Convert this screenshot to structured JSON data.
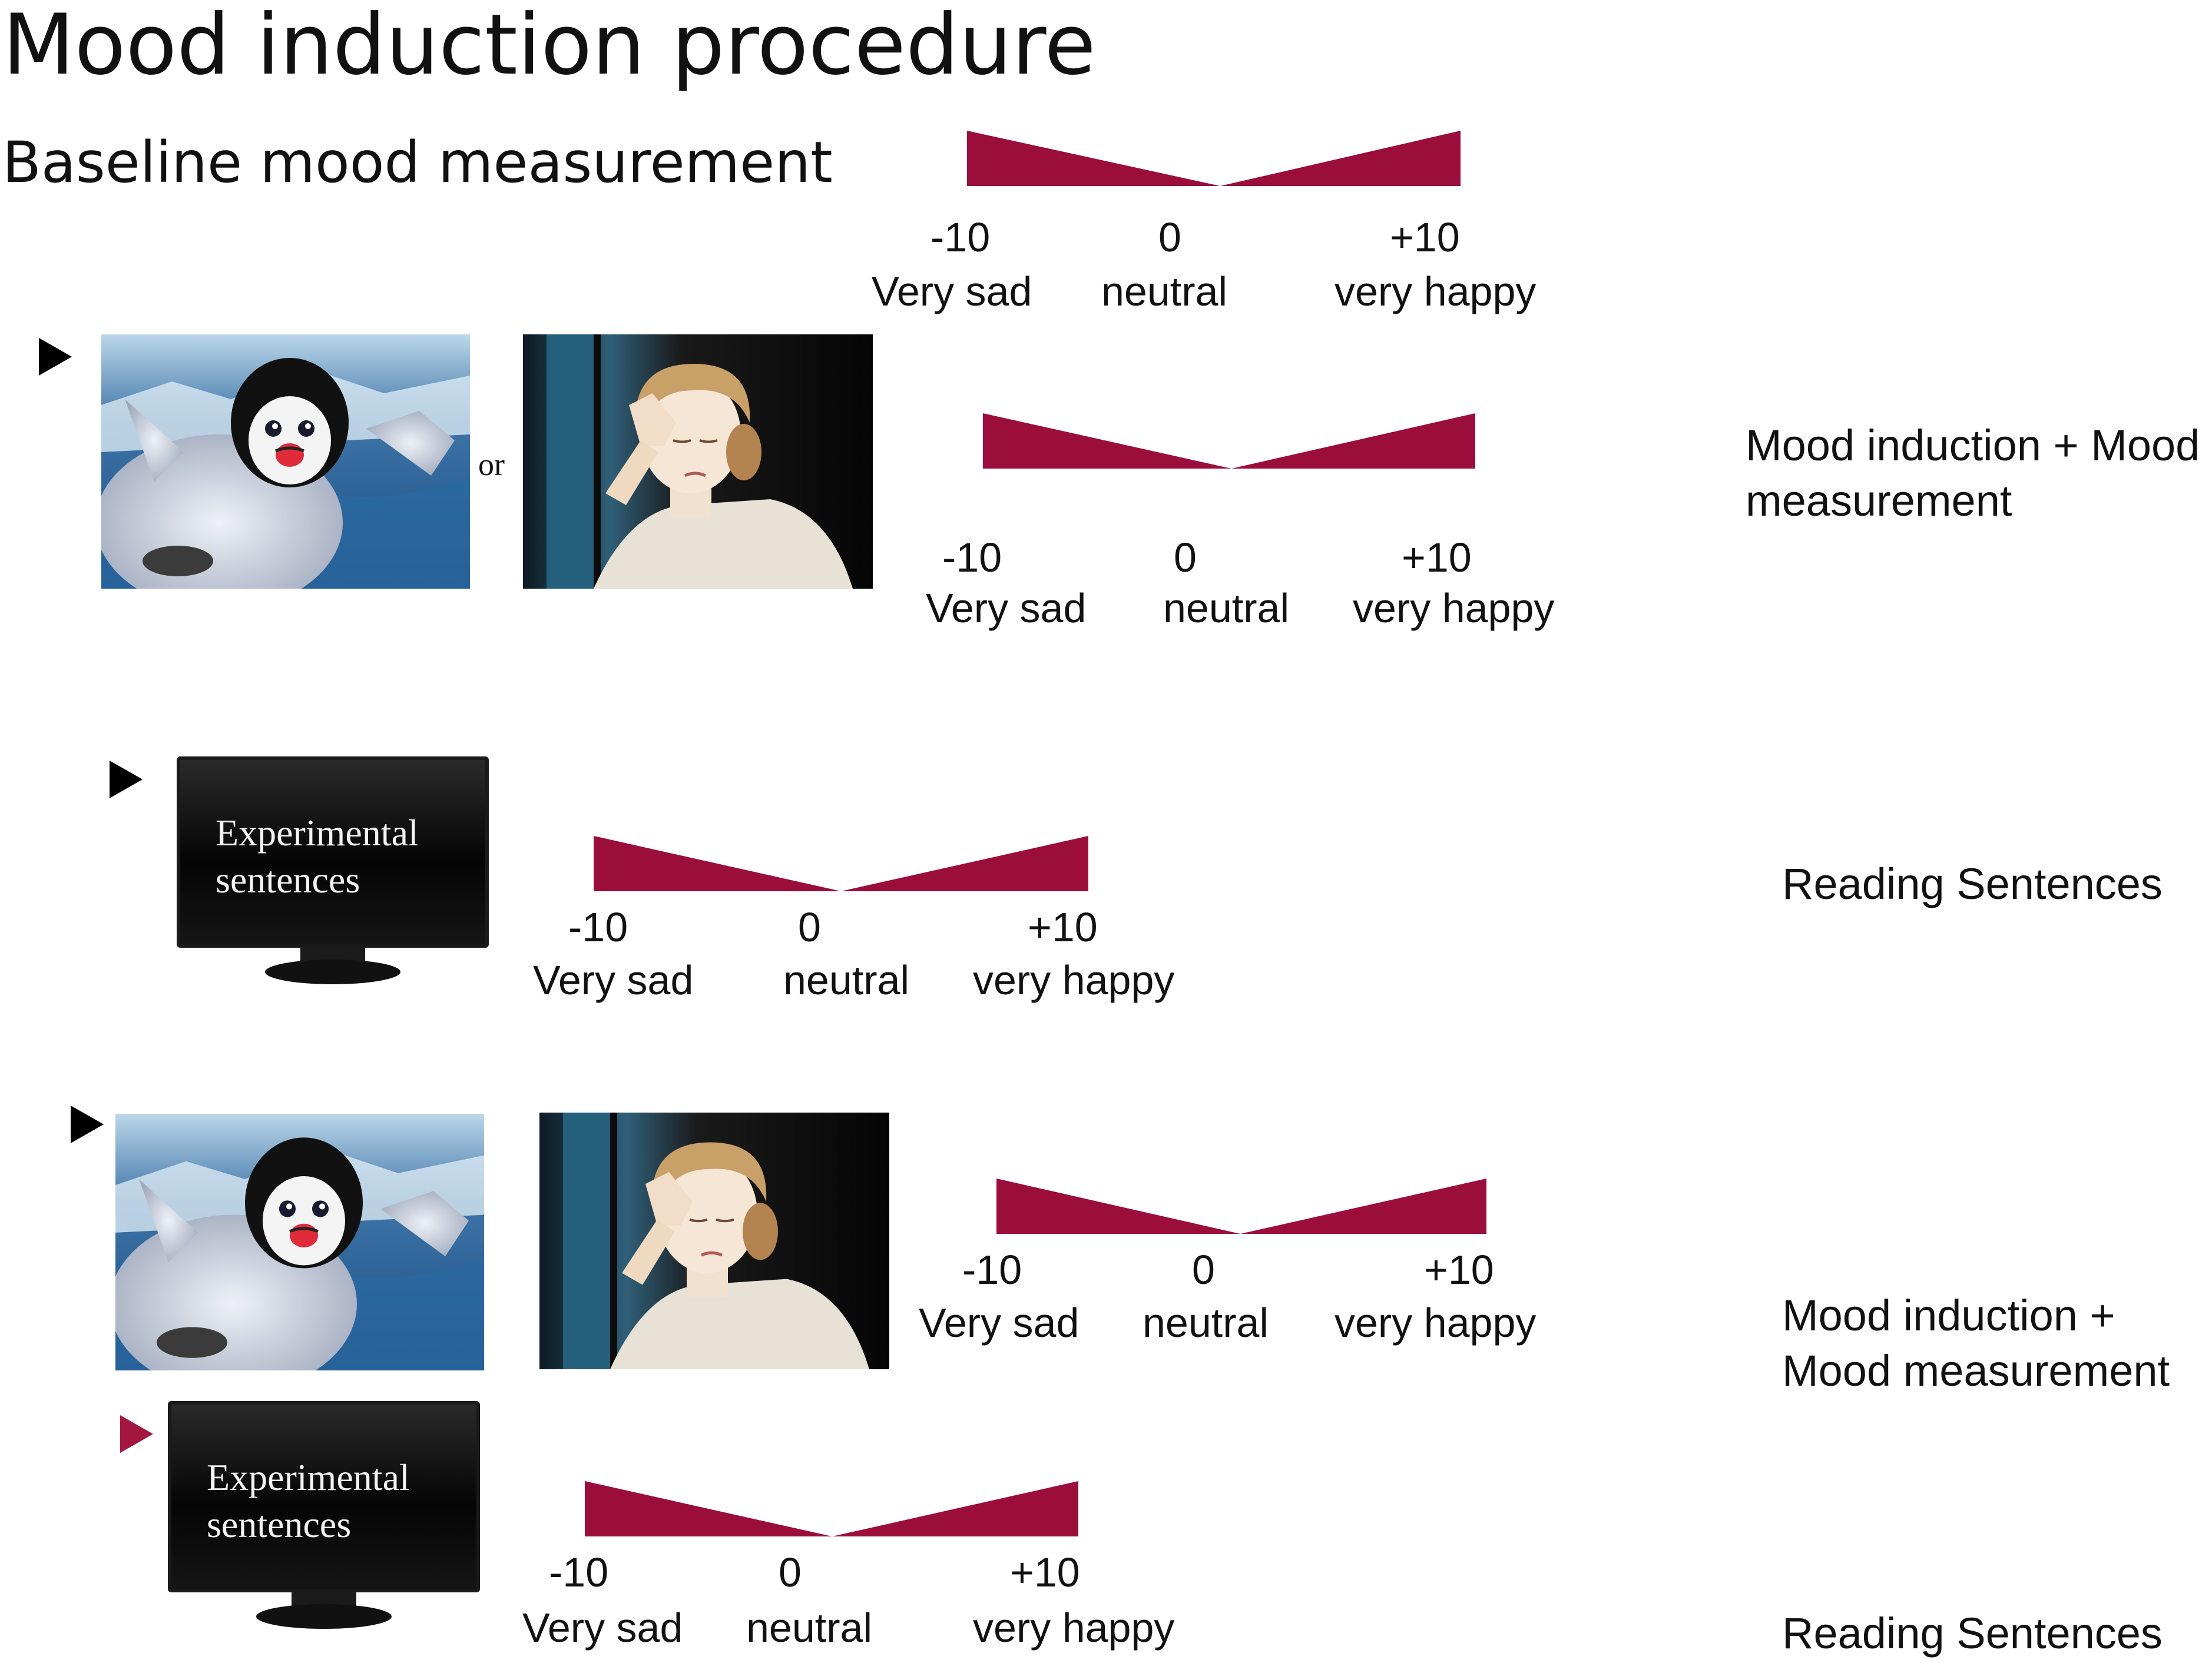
{
  "title": "Mood induction procedure",
  "subtitle": "Baseline mood measurement",
  "scale_labels": {
    "min_value": "-10",
    "mid_value": "0",
    "max_value": "+10",
    "min_text": "Very sad",
    "mid_text": "neutral",
    "max_text": "very happy"
  },
  "connector": "or",
  "screen_text_line1": "Experimental",
  "screen_text_line2": "sentences",
  "steps": {
    "mood_induction": {
      "line1": "Mood induction + Mood",
      "line2": "measurement"
    },
    "reading_1": "Reading Sentences",
    "mood_induction_2": {
      "line1": "Mood induction +",
      "line2": "Mood measurement"
    },
    "reading_2": "Reading Sentences"
  },
  "colors": {
    "scale_fill": "#9b0d3a",
    "arrow_black": "#000000",
    "arrow_accent": "#a3163f"
  },
  "icons": [
    "play-arrow-icon",
    "penguin-photo",
    "sad-woman-photo",
    "monitor-icon"
  ]
}
